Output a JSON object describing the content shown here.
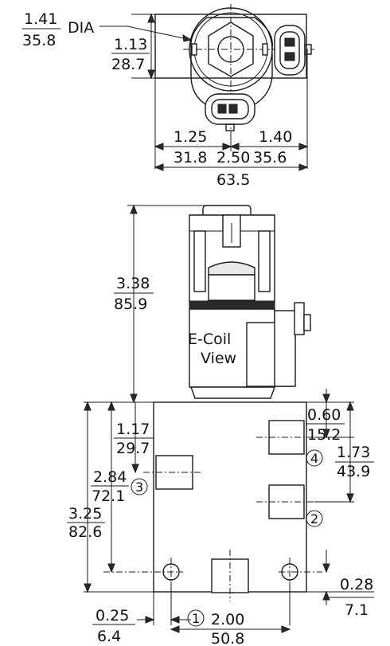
{
  "diagram": {
    "top_view": {
      "dia_in": "1.41",
      "dia_mm": "35.8",
      "dia_label": "DIA",
      "h_in": "1.13",
      "h_mm": "28.7",
      "left_in": "1.25",
      "left_mm": "31.8",
      "right_in": "1.40",
      "right_mm": "35.6",
      "width_in": "2.50",
      "width_mm": "63.5"
    },
    "side_view": {
      "coil_height_in": "3.38",
      "coil_height_mm": "85.9",
      "coil_label_1": "E-Coil",
      "coil_label_2": "View",
      "port_top_in": "0.60",
      "port_top_mm": "15.2",
      "port_spacing_in": "1.73",
      "port_spacing_mm": "43.9",
      "port1_in": "1.17",
      "port1_mm": "29.7",
      "port3_in": "2.84",
      "port3_mm": "72.1",
      "body_height_in": "3.25",
      "body_height_mm": "82.6",
      "hole_offset_in": "0.28",
      "hole_offset_mm": "7.1",
      "edge_in": "0.25",
      "edge_mm": "6.4",
      "hole_spacing_in": "2.00",
      "hole_spacing_mm": "50.8"
    },
    "ports": [
      "1",
      "2",
      "3",
      "4"
    ]
  }
}
